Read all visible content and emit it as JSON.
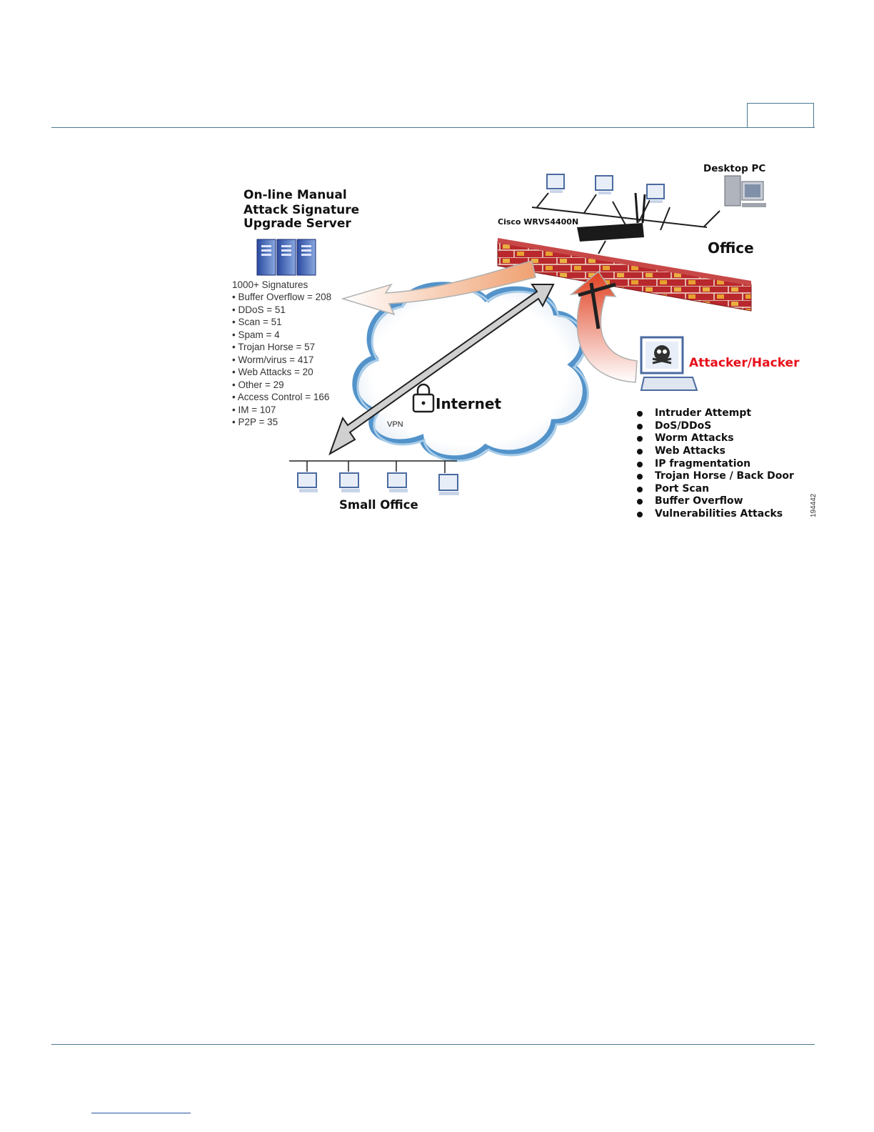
{
  "colors": {
    "rule": "#4a7890",
    "firewall_brick": "#b8282c",
    "firewall_mortar": "#e8b040",
    "cloud_outline": "#4a8ec8",
    "attacker_label": "#e8101a",
    "footer_link": "#2a55a0"
  },
  "diagram": {
    "server": {
      "title_lines": [
        "On-line Manual",
        "Attack Signature",
        "Upgrade Server"
      ],
      "signatures_heading": "1000+ Signatures",
      "signatures": [
        "• Buffer Overflow = 208",
        "• DDoS = 51",
        "• Scan = 51",
        "• Spam = 4",
        "• Trojan Horse = 57",
        "• Worm/virus = 417",
        "• Web Attacks = 20",
        "• Other = 29",
        "•  Access Control = 166",
        "•  IM = 107",
        "•  P2P = 35"
      ]
    },
    "router_label": "Cisco WRVS4400N",
    "desktop_label": "Desktop PC",
    "office_label": "Office",
    "internet_label": "Internet",
    "vpn_label": "VPN",
    "small_office_label": "Small Office",
    "attacker_label": "Attacker/Hacker",
    "threats": [
      "Intruder Attempt",
      "DoS/DDoS",
      "Worm Attacks",
      "Web Attacks",
      "IP fragmentation",
      "Trojan Horse / Back Door",
      "Port Scan",
      "Buffer Overflow",
      "Vulnerabilities Attacks"
    ],
    "figure_id": "194442"
  }
}
